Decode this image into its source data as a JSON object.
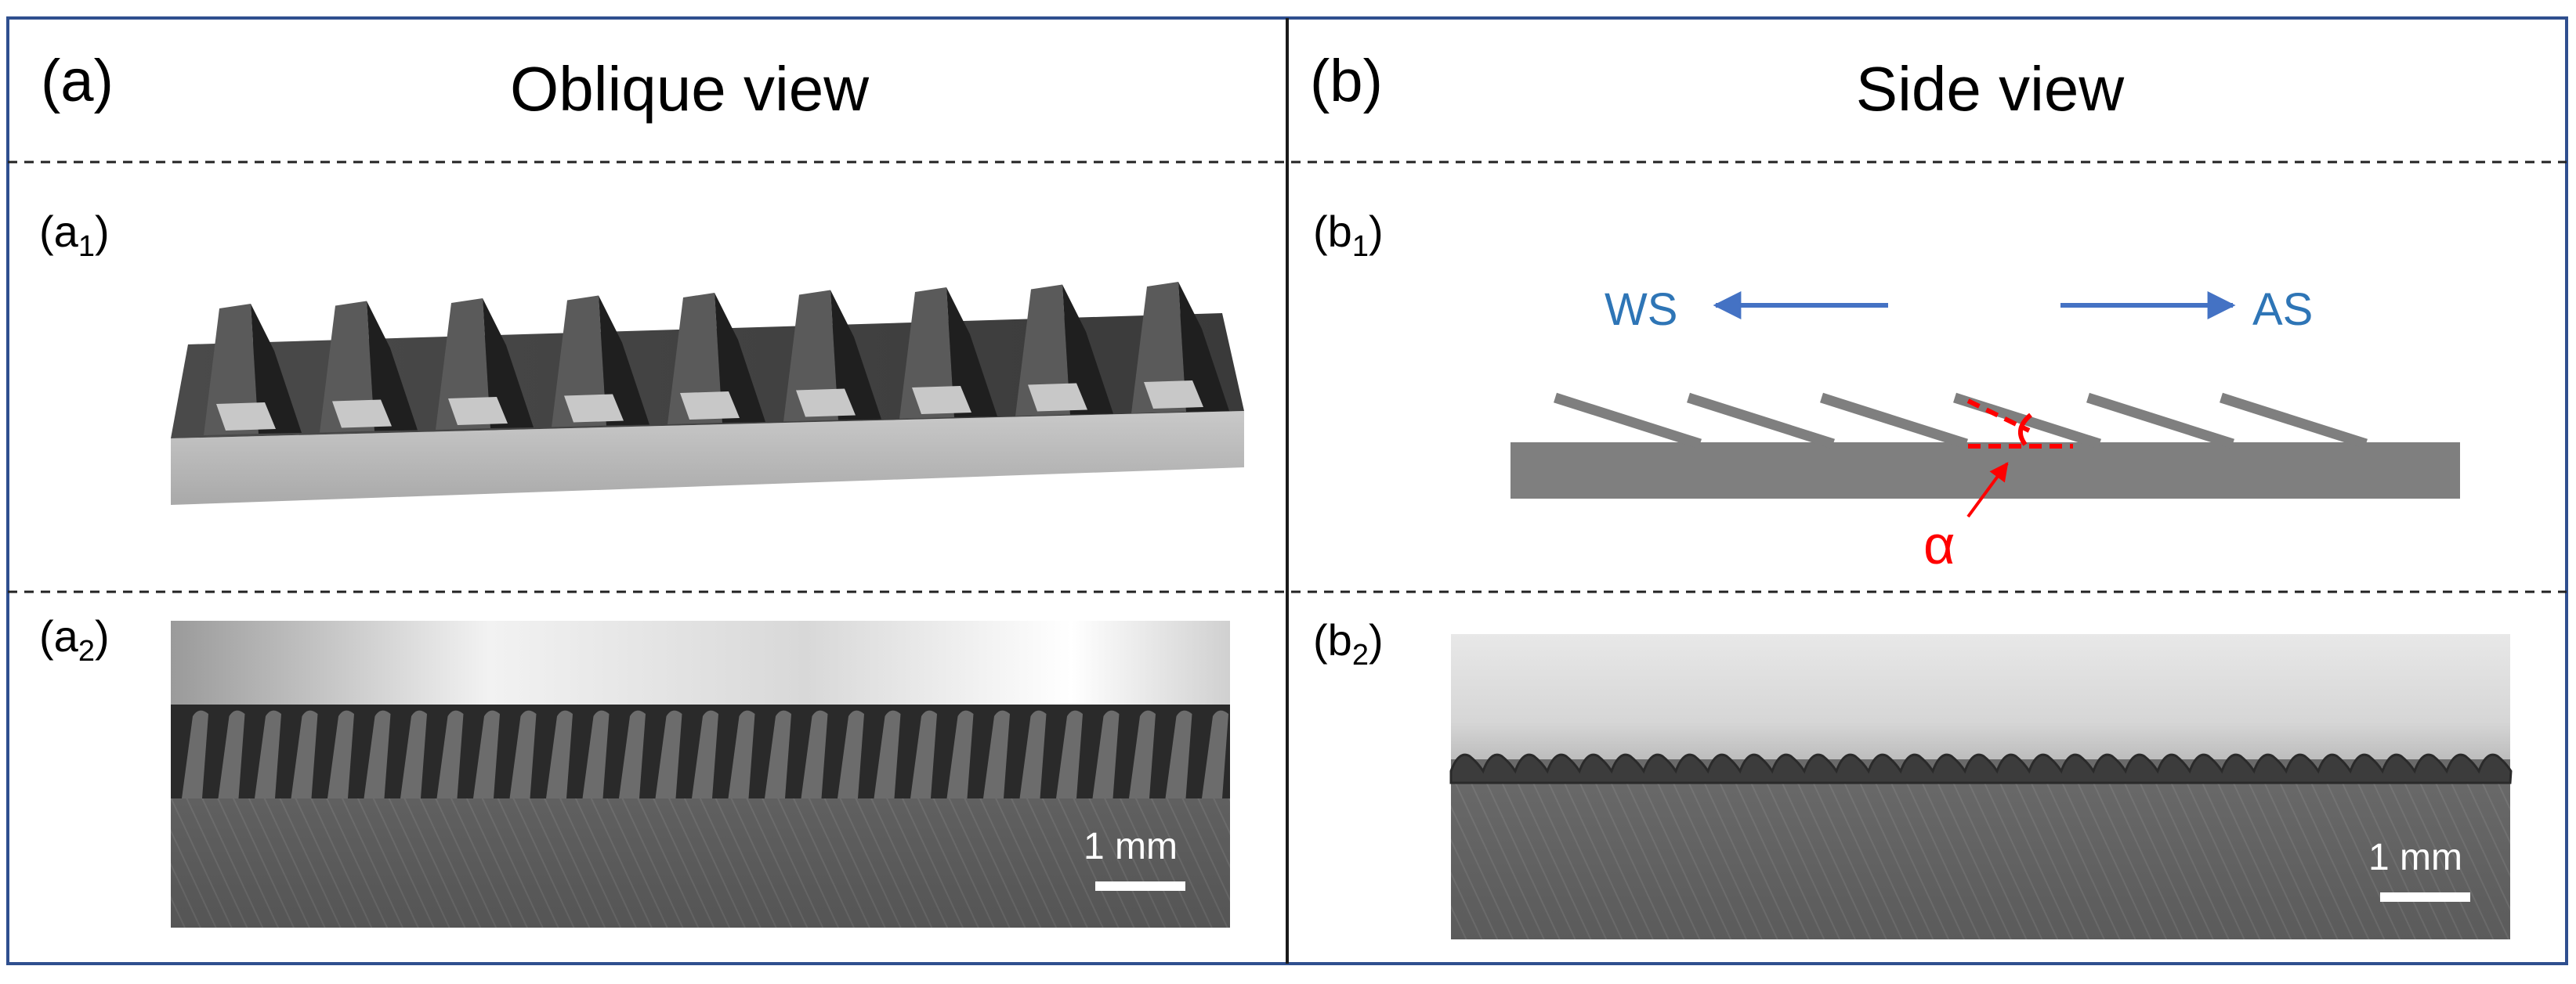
{
  "panels": {
    "a": {
      "letter": "(a)",
      "title": "Oblique view",
      "sub1": {
        "letter": "a",
        "index": "1"
      },
      "sub2": {
        "letter": "a",
        "index": "2"
      },
      "scale_bar": "1 mm"
    },
    "b": {
      "letter": "(b)",
      "title": "Side view",
      "sub1": {
        "letter": "b",
        "index": "1"
      },
      "sub2": {
        "letter": "b",
        "index": "2"
      },
      "scale_bar": "1 mm",
      "schematic": {
        "left_label": "WS",
        "right_label": "AS",
        "angle_symbol": "α"
      }
    }
  },
  "colors": {
    "frame": "#2f4f8f",
    "arrow_blue": "#4472c4",
    "label_blue": "#2e75b6",
    "angle_red": "#ff0000",
    "base_gray": "#7f7f7f"
  }
}
